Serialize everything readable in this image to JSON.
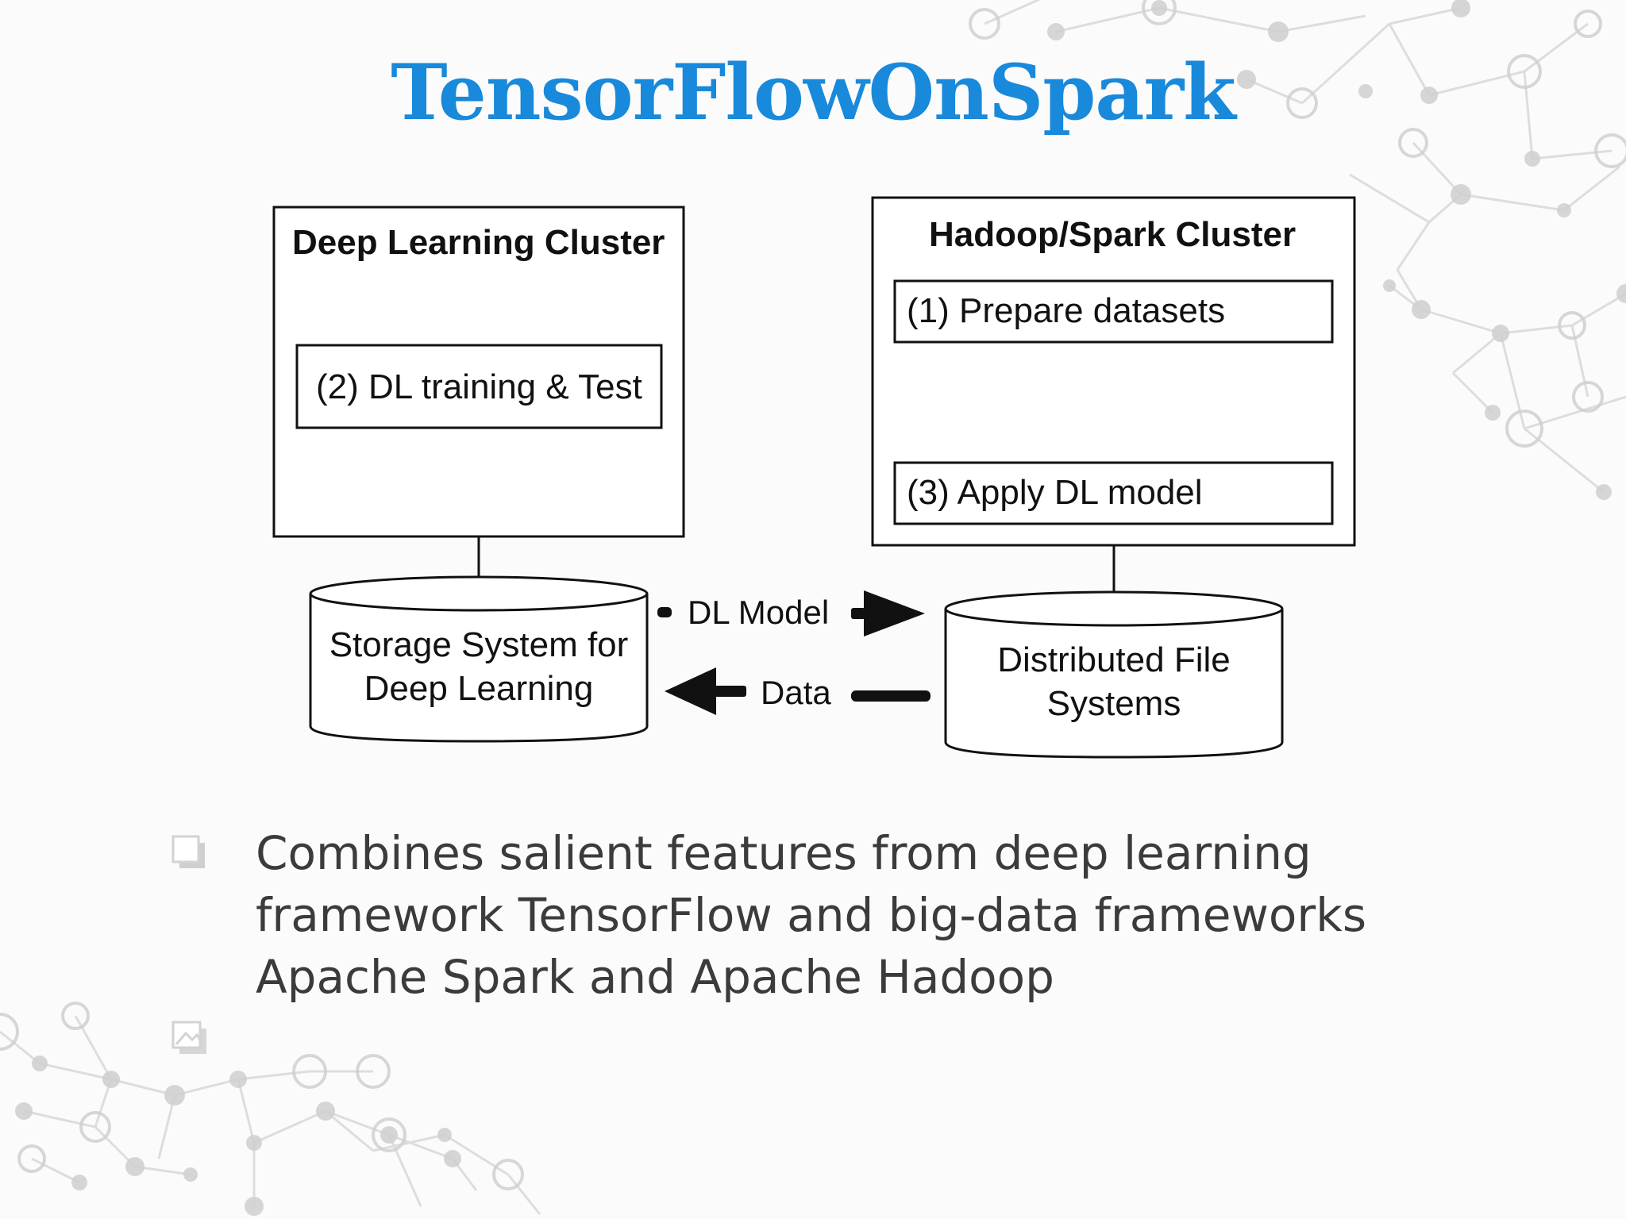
{
  "slide": {
    "title": "TensorFlowOnSpark"
  },
  "diagram": {
    "deep_learning_cluster": {
      "title": "Deep Learning Cluster",
      "step": "(2) DL training & Test"
    },
    "hadoop_spark_cluster": {
      "title": "Hadoop/Spark Cluster",
      "step_1": "(1) Prepare datasets",
      "step_3": "(3) Apply DL model"
    },
    "storage_system": {
      "line1": "Storage System for",
      "line2": "Deep Learning"
    },
    "distributed_fs": {
      "line1": "Distributed File",
      "line2": "Systems"
    },
    "arrows": {
      "model_label": "DL Model",
      "data_label": "Data"
    }
  },
  "bullets": [
    {
      "lines": [
        "Combines salient features from deep learning",
        "framework TensorFlow and big-data frameworks",
        "Apache Spark and Apache Hadoop"
      ]
    }
  ],
  "colors": {
    "title": "#1889db",
    "body_text": "#3b3b3b",
    "network_decoration": "#c9c9c9"
  }
}
